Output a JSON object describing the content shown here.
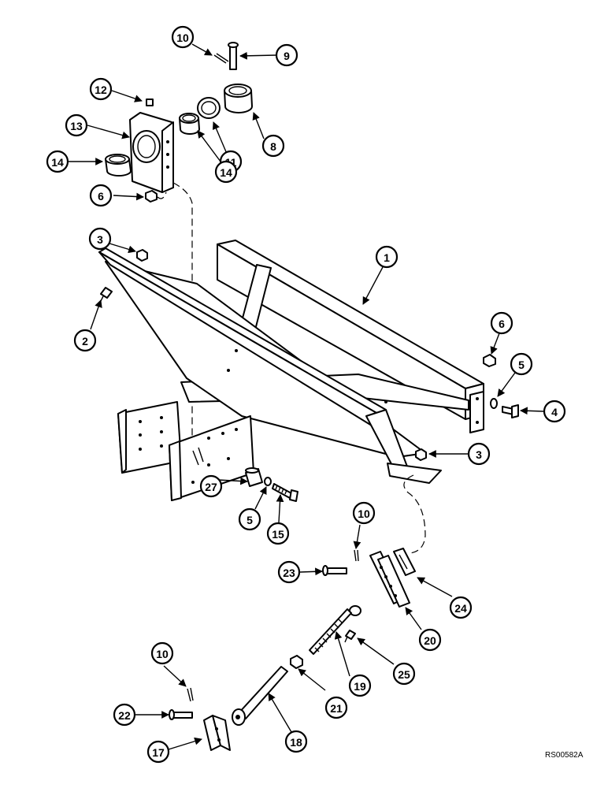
{
  "drawing_ref": "RS00582A",
  "callouts": [
    "10",
    "9",
    "12",
    "13",
    "8",
    "11",
    "14",
    "14",
    "6",
    "3",
    "2",
    "1",
    "6",
    "5",
    "4",
    "3",
    "27",
    "5",
    "15",
    "10",
    "23",
    "24",
    "20",
    "19",
    "25",
    "21",
    "18",
    "10",
    "22",
    "17"
  ]
}
